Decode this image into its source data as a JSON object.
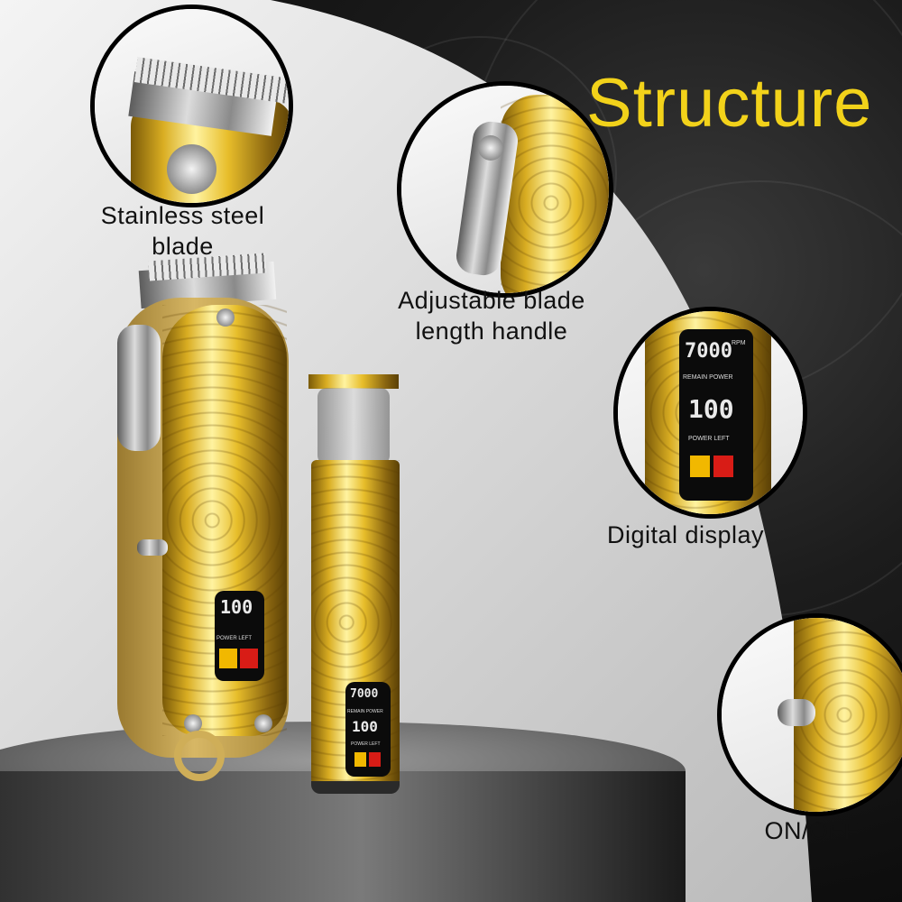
{
  "title": "Structure",
  "labels": {
    "stainless_line1": "Stainless steel",
    "stainless_line2": "blade",
    "adjust_line1": "Adjustable blade",
    "adjust_line2": "length handle",
    "digital": "Digital display",
    "onoff": "ON/OFF"
  },
  "display": {
    "rpm_value": "7000",
    "rpm_unit": "RPM",
    "remain_power": "REMAIN POWER",
    "power_value": "100",
    "power_left": "POWER LEFT",
    "clipper_value": "100"
  },
  "icons": [
    "stainless-blade-icon",
    "adjust-lever-icon",
    "digital-display-icon",
    "on-off-switch-icon"
  ],
  "colors": {
    "title": "#f2d21a",
    "gold": "#d9ad22",
    "label": "#111111"
  }
}
